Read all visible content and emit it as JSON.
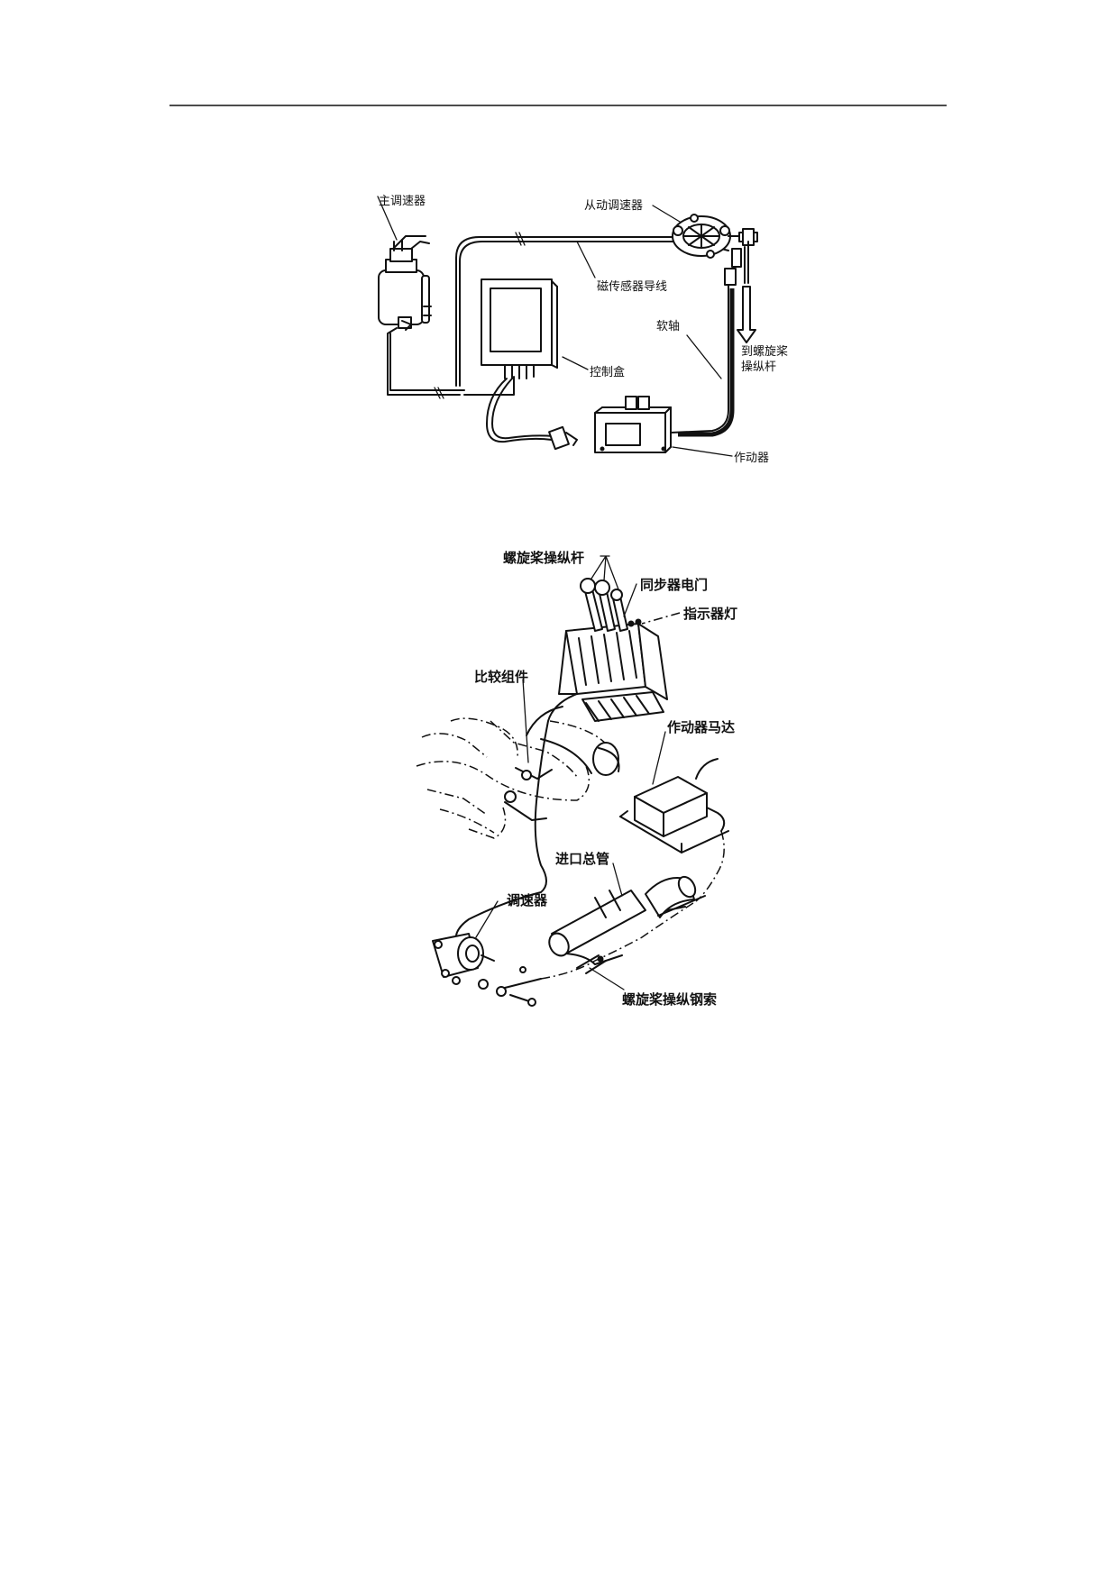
{
  "figure1": {
    "labels": {
      "master_governor": "主调速器",
      "slave_governor": "从动调速器",
      "magnetic_pickup_lead": "磁传感器导线",
      "flexible_shaft": "软轴",
      "to_propeller_lever_line1": "到螺旋桨",
      "to_propeller_lever_line2": "操纵杆",
      "control_box": "控制盒",
      "actuator": "作动器"
    }
  },
  "figure2": {
    "labels": {
      "propeller_control_levers": "螺旋桨操纵杆",
      "synchronizer_switch": "同步器电门",
      "indicator_light": "指示器灯",
      "comparison_unit": "比较组件",
      "actuator_motor": "作动器马达",
      "intake_manifold": "进口总管",
      "governor": "调速器",
      "propeller_control_cable": "螺旋桨操纵钢索"
    }
  }
}
